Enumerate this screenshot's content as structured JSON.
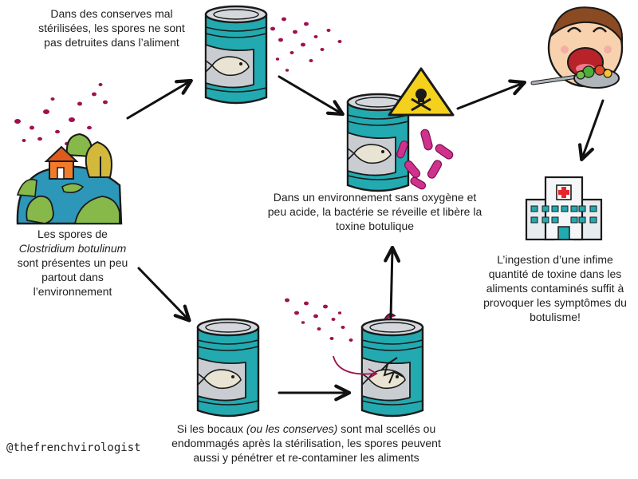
{
  "texts": {
    "cans_unsterilized": "Dans des conserves mal stérilisées, les spores ne sont pas detruites dans l’aliment",
    "env_prefix": "Les spores de",
    "env_species": "Clostridium botulinum",
    "env_suffix": "sont présentes un peu partout dans l’environnement",
    "anaerobic": "Dans un environnement sans oxygène et peu acide, la bactérie se réveille et libère la toxine botulique",
    "ingestion": "L’ingestion d’une infime quantité de toxine dans les aliments contaminés suffit à provoquer les symptômes du botulisme!",
    "reseal_1": "Si les bocaux",
    "reseal_italic": "(ou les conserves)",
    "reseal_2": "sont mal scellés ou endommagés après la stérilisation, les spores peuvent aussi y pénétrer et re-contaminer les aliments",
    "credit": "@thefrenchvirologist"
  },
  "icons": {
    "earth": "earth-icon",
    "can": "can-icon",
    "damaged_can": "damaged-can-icon",
    "toxic": "toxic-warning-icon",
    "person": "person-eating-icon",
    "hospital": "hospital-icon"
  },
  "colors": {
    "can_teal": "#22aab0",
    "can_metal": "#c9cdd1",
    "spore": "#a0104f",
    "bacteria": "#d0318c",
    "warning": "#f4d11c",
    "hospital_cross": "#e6262b",
    "arrow": "#111111"
  }
}
